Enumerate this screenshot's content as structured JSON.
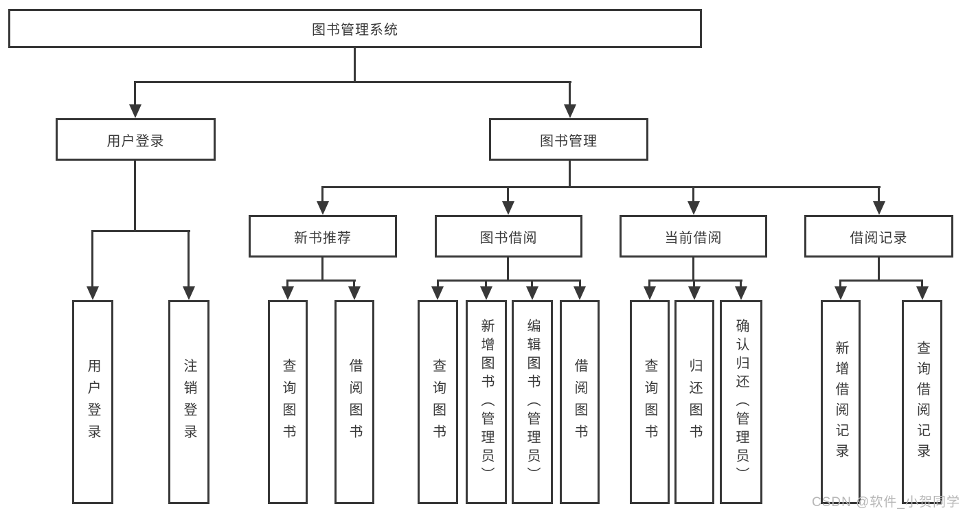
{
  "title": "图书管理系统",
  "user_branch": {
    "label": "用户登录",
    "children": [
      "用户登录",
      "注销登录"
    ]
  },
  "book_branch": {
    "label": "图书管理",
    "sections": [
      {
        "label": "新书推荐",
        "children": [
          "查询图书",
          "借阅图书"
        ]
      },
      {
        "label": "图书借阅",
        "children": [
          "查询图书",
          "新增图书（管理员）",
          "编辑图书（管理员）",
          "借阅图书"
        ]
      },
      {
        "label": "当前借阅",
        "children": [
          "查询图书",
          "归还图书",
          "确认归还（管理员）"
        ]
      },
      {
        "label": "借阅记录",
        "children": [
          "新增借阅记录",
          "查询借阅记录"
        ]
      }
    ]
  },
  "watermark": "CSDN @软件_小贺同学",
  "colors": {
    "line": "#383838",
    "text": "#3a3a3a",
    "watermark": "#b7b7b7",
    "background": "#ffffff"
  }
}
